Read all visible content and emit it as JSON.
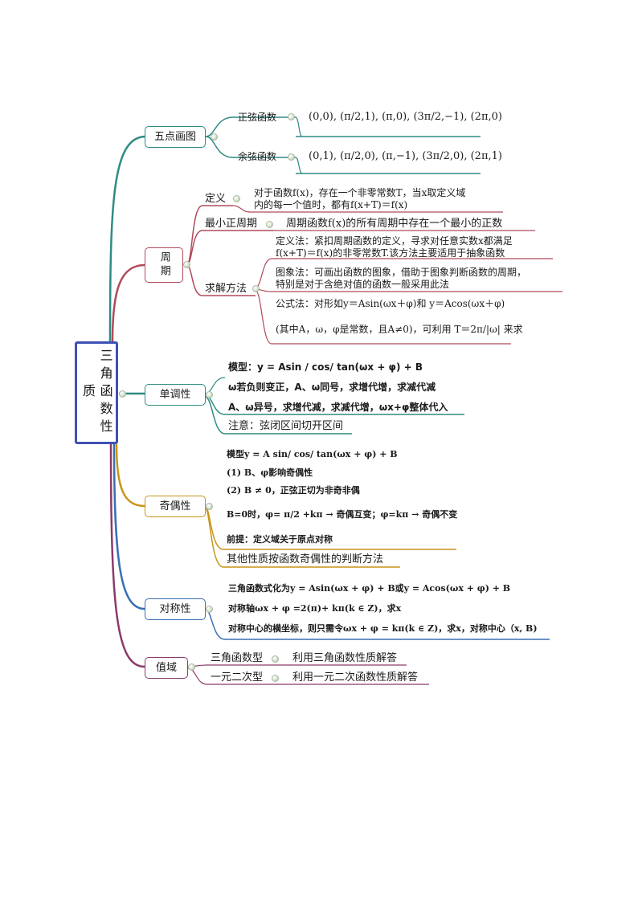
{
  "root": {
    "label": "三角函数性质"
  },
  "branches": {
    "five_point": {
      "label": "五点画图",
      "color": "#2e8b84",
      "sine": {
        "label": "正弦函数",
        "points": "(0,0), (π/2,1), (π,0), (3π/2,−1), (2π,0)"
      },
      "cosine": {
        "label": "余弦函数",
        "points": "(0,1), (π/2,0), (π,−1), (3π/2,0), (2π,1)"
      }
    },
    "period": {
      "label": "周期",
      "color": "#b04a5a",
      "definition": {
        "label": "定义",
        "line1": "对于函数f(x)，存在一个非零常数T，当x取定义域",
        "line2": "内的每一个值时，都有f(x+T)＝f(x)"
      },
      "min_period": {
        "label": "最小正周期",
        "text": "周期函数f(x)的所有周期中存在一个最小的正数"
      },
      "methods": {
        "label": "求解方法",
        "def_line1": "定义法：紧扣周期函数的定义，寻求对任意实数x都满足",
        "def_line2": "f(x+T)＝f(x)的非零常数T.该方法主要适用于抽象函数",
        "graph_line1": "图象法：可画出函数的图象，借助于图象判断函数的周期，",
        "graph_line2": "特别是对于含绝对值的函数一般采用此法",
        "formula_line1": "公式法：对形如y＝Asin(ωx＋φ)和 y＝Acos(ωx＋φ)",
        "formula_line2": "(其中A，ω，φ是常数，且A≠0)，可利用 T＝2π/|ω| 来求"
      }
    },
    "monotonic": {
      "label": "单调性",
      "color": "#2e8b84",
      "line1": "模型：y = Asin / cos/ tan(ωx + φ) + B",
      "line2": "ω若负则变正，A、ω同号，求增代增，求减代减",
      "line3": "A、ω异号，求增代减，求减代增，ωx+φ整体代入",
      "note": "注意：弦闭区间切开区间"
    },
    "parity": {
      "label": "奇偶性",
      "color": "#c89418",
      "line1": "模型y = A sin/ cos/ tan(ωx + φ) + B",
      "line2": "(1) B、φ影响奇偶性",
      "line3": "(2) B ≠ 0，正弦正切为非奇非偶",
      "line4": "B=0时，φ= π/2 +kπ → 奇偶互变；φ=kπ → 奇偶不变",
      "line5": "前提：定义域关于原点对称",
      "other": "其他性质按函数奇偶性的判断方法"
    },
    "symmetry": {
      "label": "对称性",
      "color": "#3a6fb5",
      "line1": "三角函数式化为y = Asin(ωx + φ) + B或y = Acos(ωx + φ) + B",
      "line2": "对称轴ωx + φ =2(π)+ kπ(k ∈ Z)，求x",
      "line3": "对称中心的横坐标，则只需令ωx + φ = kπ(k ∈ Z)，求x，对称中心（x, B)"
    },
    "range": {
      "label": "值域",
      "color": "#8a3a6a",
      "trig": {
        "label": "三角函数型",
        "text": "利用三角函数性质解答"
      },
      "quad": {
        "label": "一元二次型",
        "text": "利用一元二次函数性质解答"
      }
    }
  }
}
